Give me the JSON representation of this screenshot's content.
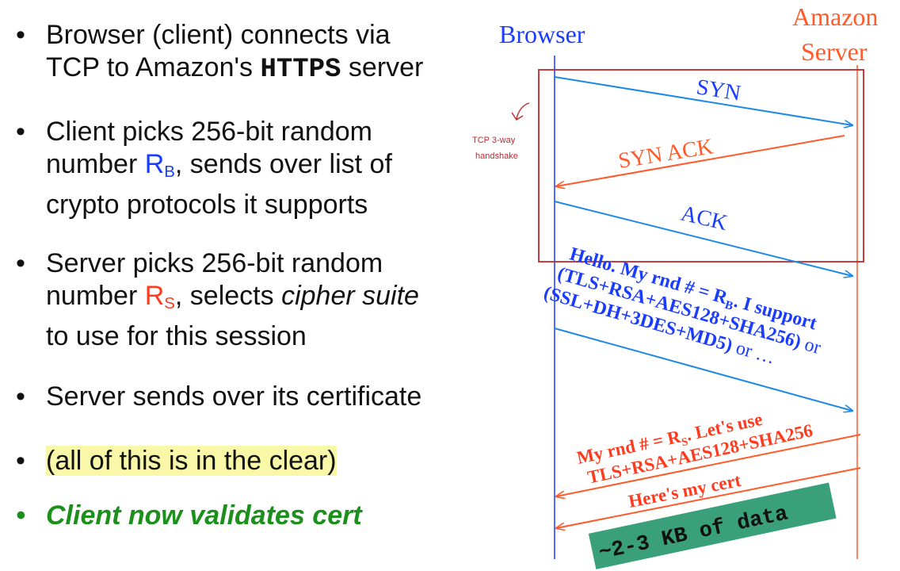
{
  "bullets": [
    {
      "line1": "Browser (client) connects via",
      "line2_pre": "TCP to Amazon's ",
      "line2_mono": "HTTPS",
      "line2_post": " server"
    },
    {
      "line1": "Client picks 256-bit random",
      "line2_pre": "number ",
      "var": "R",
      "sub": "B",
      "line2_post": ", sends over list of",
      "line3": "crypto protocols it supports"
    },
    {
      "line1": "Server picks 256-bit random",
      "line2_pre": "number ",
      "var": "R",
      "sub": "S",
      "line2_mid": ", selects ",
      "line2_ital": "cipher suite",
      "line3": "to use for this session"
    },
    {
      "line1": "Server sends over its certificate"
    },
    {
      "line1": "(all of this is in the clear)"
    },
    {
      "line1": "Client now validates cert"
    }
  ],
  "diagram": {
    "browser_label": "Browser",
    "server_label_1": "Amazon",
    "server_label_2": "Server",
    "syn": "SYN",
    "synack": "SYN ACK",
    "ack": "ACK",
    "annotation_1": "TCP 3-way",
    "annotation_2": "handshake",
    "hello_1": "Hello.  My rnd # = R",
    "hello_1_sub": "B",
    "hello_1_post": ".  I support",
    "hello_2": "(TLS+RSA+AES128+SHA256)",
    "hello_2_post": " or",
    "hello_3": "(SSL+DH+3DES+MD5)",
    "hello_3_post": " or  …",
    "reply_1": "My rnd # = R",
    "reply_1_sub": "S",
    "reply_1_post": ".  Let's use",
    "reply_2": "TLS+RSA+AES128+SHA256",
    "cert": "Here's my cert",
    "data_box": "~2-3 KB of data"
  },
  "colors": {
    "browser": "#1a3cff",
    "server": "#ff5a2a",
    "box": "#c0282a",
    "databox": "#3aa07a"
  }
}
